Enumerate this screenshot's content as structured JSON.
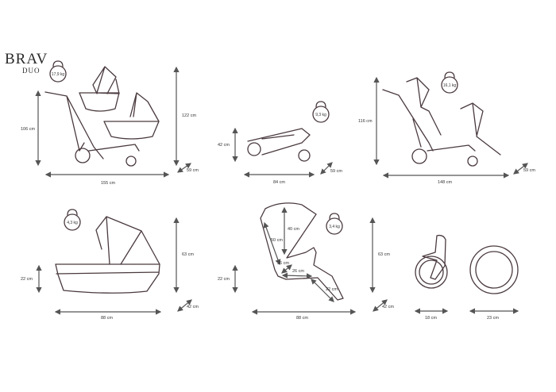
{
  "brand": {
    "name": "BRAV",
    "model": "DUO"
  },
  "panels": [
    {
      "id": "double-carrycot-config",
      "weight": "17,9 kg",
      "height": "122 cm",
      "handle_height": "106 cm",
      "length": "155 cm",
      "width": "59 cm"
    },
    {
      "id": "folded-frame",
      "weight": "9,3 kg",
      "height": "42 cm",
      "length": "84 cm",
      "width": "59 cm"
    },
    {
      "id": "double-seat-config",
      "weight": "16,1 kg",
      "height": "116 cm",
      "length": "148 cm",
      "width": "59 cm"
    },
    {
      "id": "carrycot",
      "weight": "4,3 kg",
      "height": "63 cm",
      "inner_depth": "22 cm",
      "length": "88 cm",
      "width": "42 cm"
    },
    {
      "id": "seat-unit",
      "weight": "3,4 kg",
      "height": "63 cm",
      "seat_height": "22 cm",
      "length": "88 cm",
      "width": "42 cm",
      "backrest": "50 cm",
      "canopy": "40 cm",
      "seat_depth": "26 cm",
      "hip": "36 cm",
      "footrest": "22 cm"
    },
    {
      "id": "front-wheel",
      "diameter": "18 cm"
    },
    {
      "id": "rear-wheel",
      "diameter": "23 cm"
    }
  ]
}
